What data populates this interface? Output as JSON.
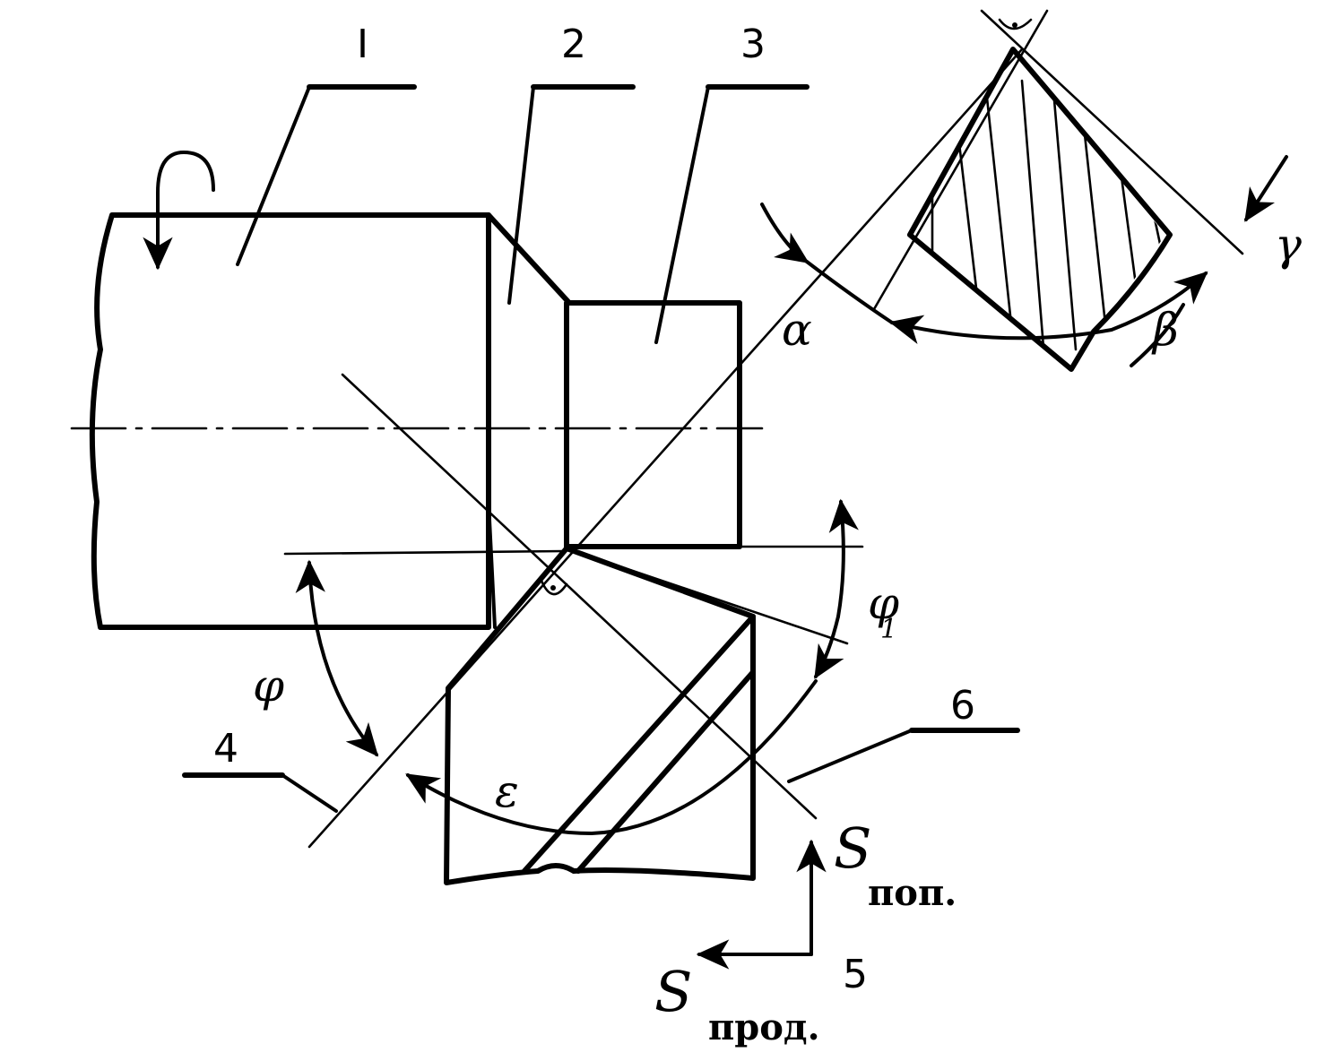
{
  "labels": {
    "part_1": "I",
    "part_2": "2",
    "part_3": "3",
    "part_4": "4",
    "part_5": "5",
    "part_6": "6"
  },
  "angles": {
    "phi": "φ",
    "phi1_main": "φ",
    "phi1_sub": "1",
    "epsilon": "ε",
    "alpha": "α",
    "beta": "β",
    "gamma": "γ"
  },
  "feeds": {
    "s_symbol": "S",
    "transverse_sub": "поп.",
    "longitudinal_sub": "прод."
  }
}
